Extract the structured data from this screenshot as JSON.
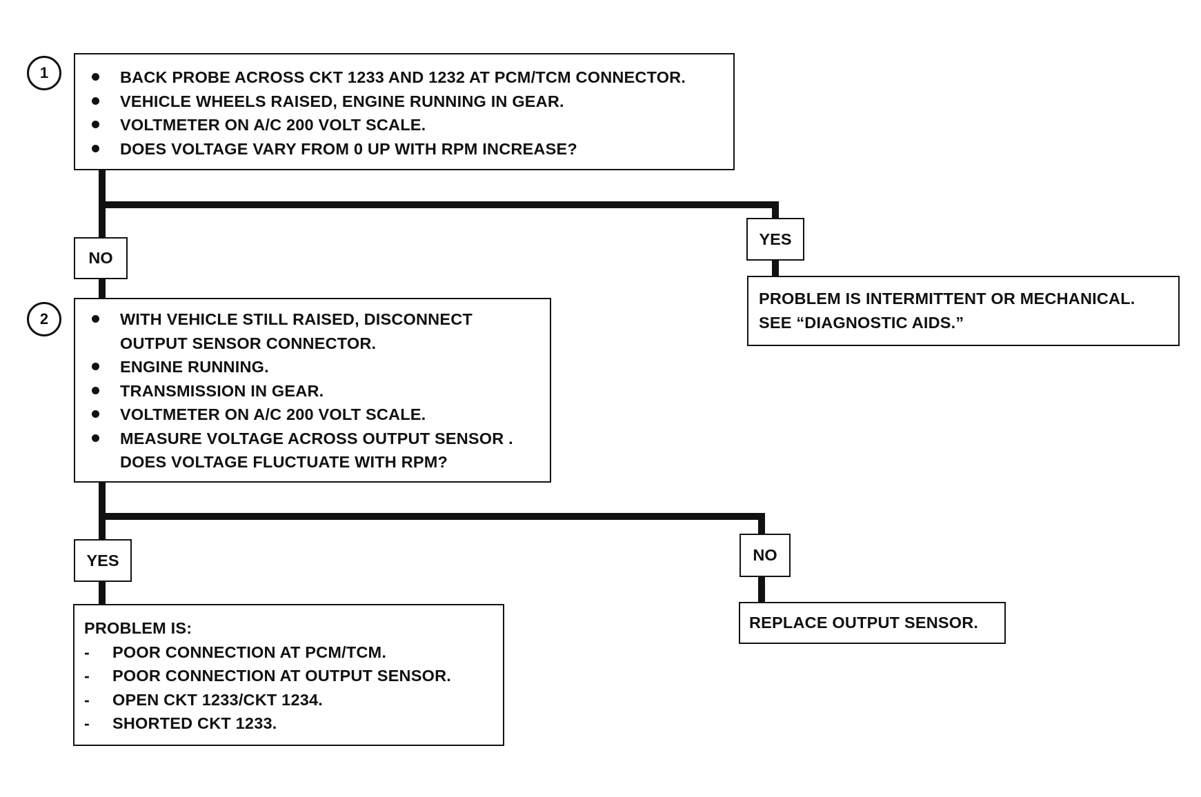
{
  "step1": {
    "number": "1",
    "items": [
      "BACK PROBE ACROSS CKT 1233 AND 1232 AT PCM/TCM CONNECTOR.",
      "VEHICLE WHEELS RAISED, ENGINE RUNNING IN GEAR.",
      "VOLTMETER ON A/C 200 VOLT SCALE.",
      "DOES VOLTAGE VARY FROM 0 UP WITH RPM INCREASE?"
    ]
  },
  "branch1": {
    "no_label": "NO",
    "yes_label": "YES"
  },
  "yes1_result": {
    "lines": [
      "PROBLEM IS INTERMITTENT OR MECHANICAL.",
      "SEE “DIAGNOSTIC AIDS.”"
    ]
  },
  "step2": {
    "number": "2",
    "items": [
      [
        "WITH VEHICLE STILL RAISED, DISCONNECT",
        "OUTPUT SENSOR CONNECTOR."
      ],
      [
        "ENGINE RUNNING."
      ],
      [
        "TRANSMISSION IN GEAR."
      ],
      [
        "VOLTMETER ON A/C 200 VOLT SCALE."
      ],
      [
        "MEASURE VOLTAGE ACROSS OUTPUT SENSOR .",
        "DOES VOLTAGE FLUCTUATE WITH RPM?"
      ]
    ]
  },
  "branch2": {
    "yes_label": "YES",
    "no_label": "NO"
  },
  "yes2_result": {
    "heading": "PROBLEM IS:",
    "items": [
      "POOR CONNECTION AT PCM/TCM.",
      "POOR CONNECTION AT OUTPUT SENSOR.",
      "OPEN CKT 1233/CKT 1234.",
      "SHORTED CKT 1233."
    ]
  },
  "no2_result": {
    "text": "REPLACE OUTPUT SENSOR."
  }
}
